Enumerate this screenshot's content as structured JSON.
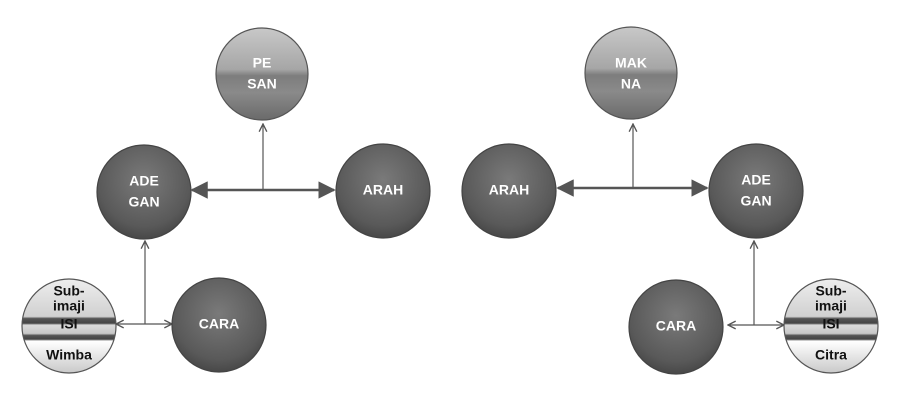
{
  "left_diagram": {
    "pesan": {
      "line1": "PE",
      "line2": "SAN"
    },
    "adegan": {
      "line1": "ADE",
      "line2": "GAN"
    },
    "arah": {
      "label": "ARAH"
    },
    "cara": {
      "label": "CARA"
    },
    "sub": {
      "top1": "Sub-",
      "top2": "imaji",
      "middle": "ISI",
      "bottom": "Wimba"
    }
  },
  "right_diagram": {
    "makna": {
      "line1": "MAK",
      "line2": "NA"
    },
    "adegan": {
      "line1": "ADE",
      "line2": "GAN"
    },
    "arah": {
      "label": "ARAH"
    },
    "cara": {
      "label": "CARA"
    },
    "sub": {
      "top1": "Sub-",
      "top2": "imaji",
      "middle": "ISI",
      "bottom": "Citra"
    }
  },
  "colors": {
    "node_dark": "#5f5f5f",
    "node_light_band": "#8f8f8f",
    "sub_light": "#d9d9d9",
    "connector": "#555555"
  }
}
